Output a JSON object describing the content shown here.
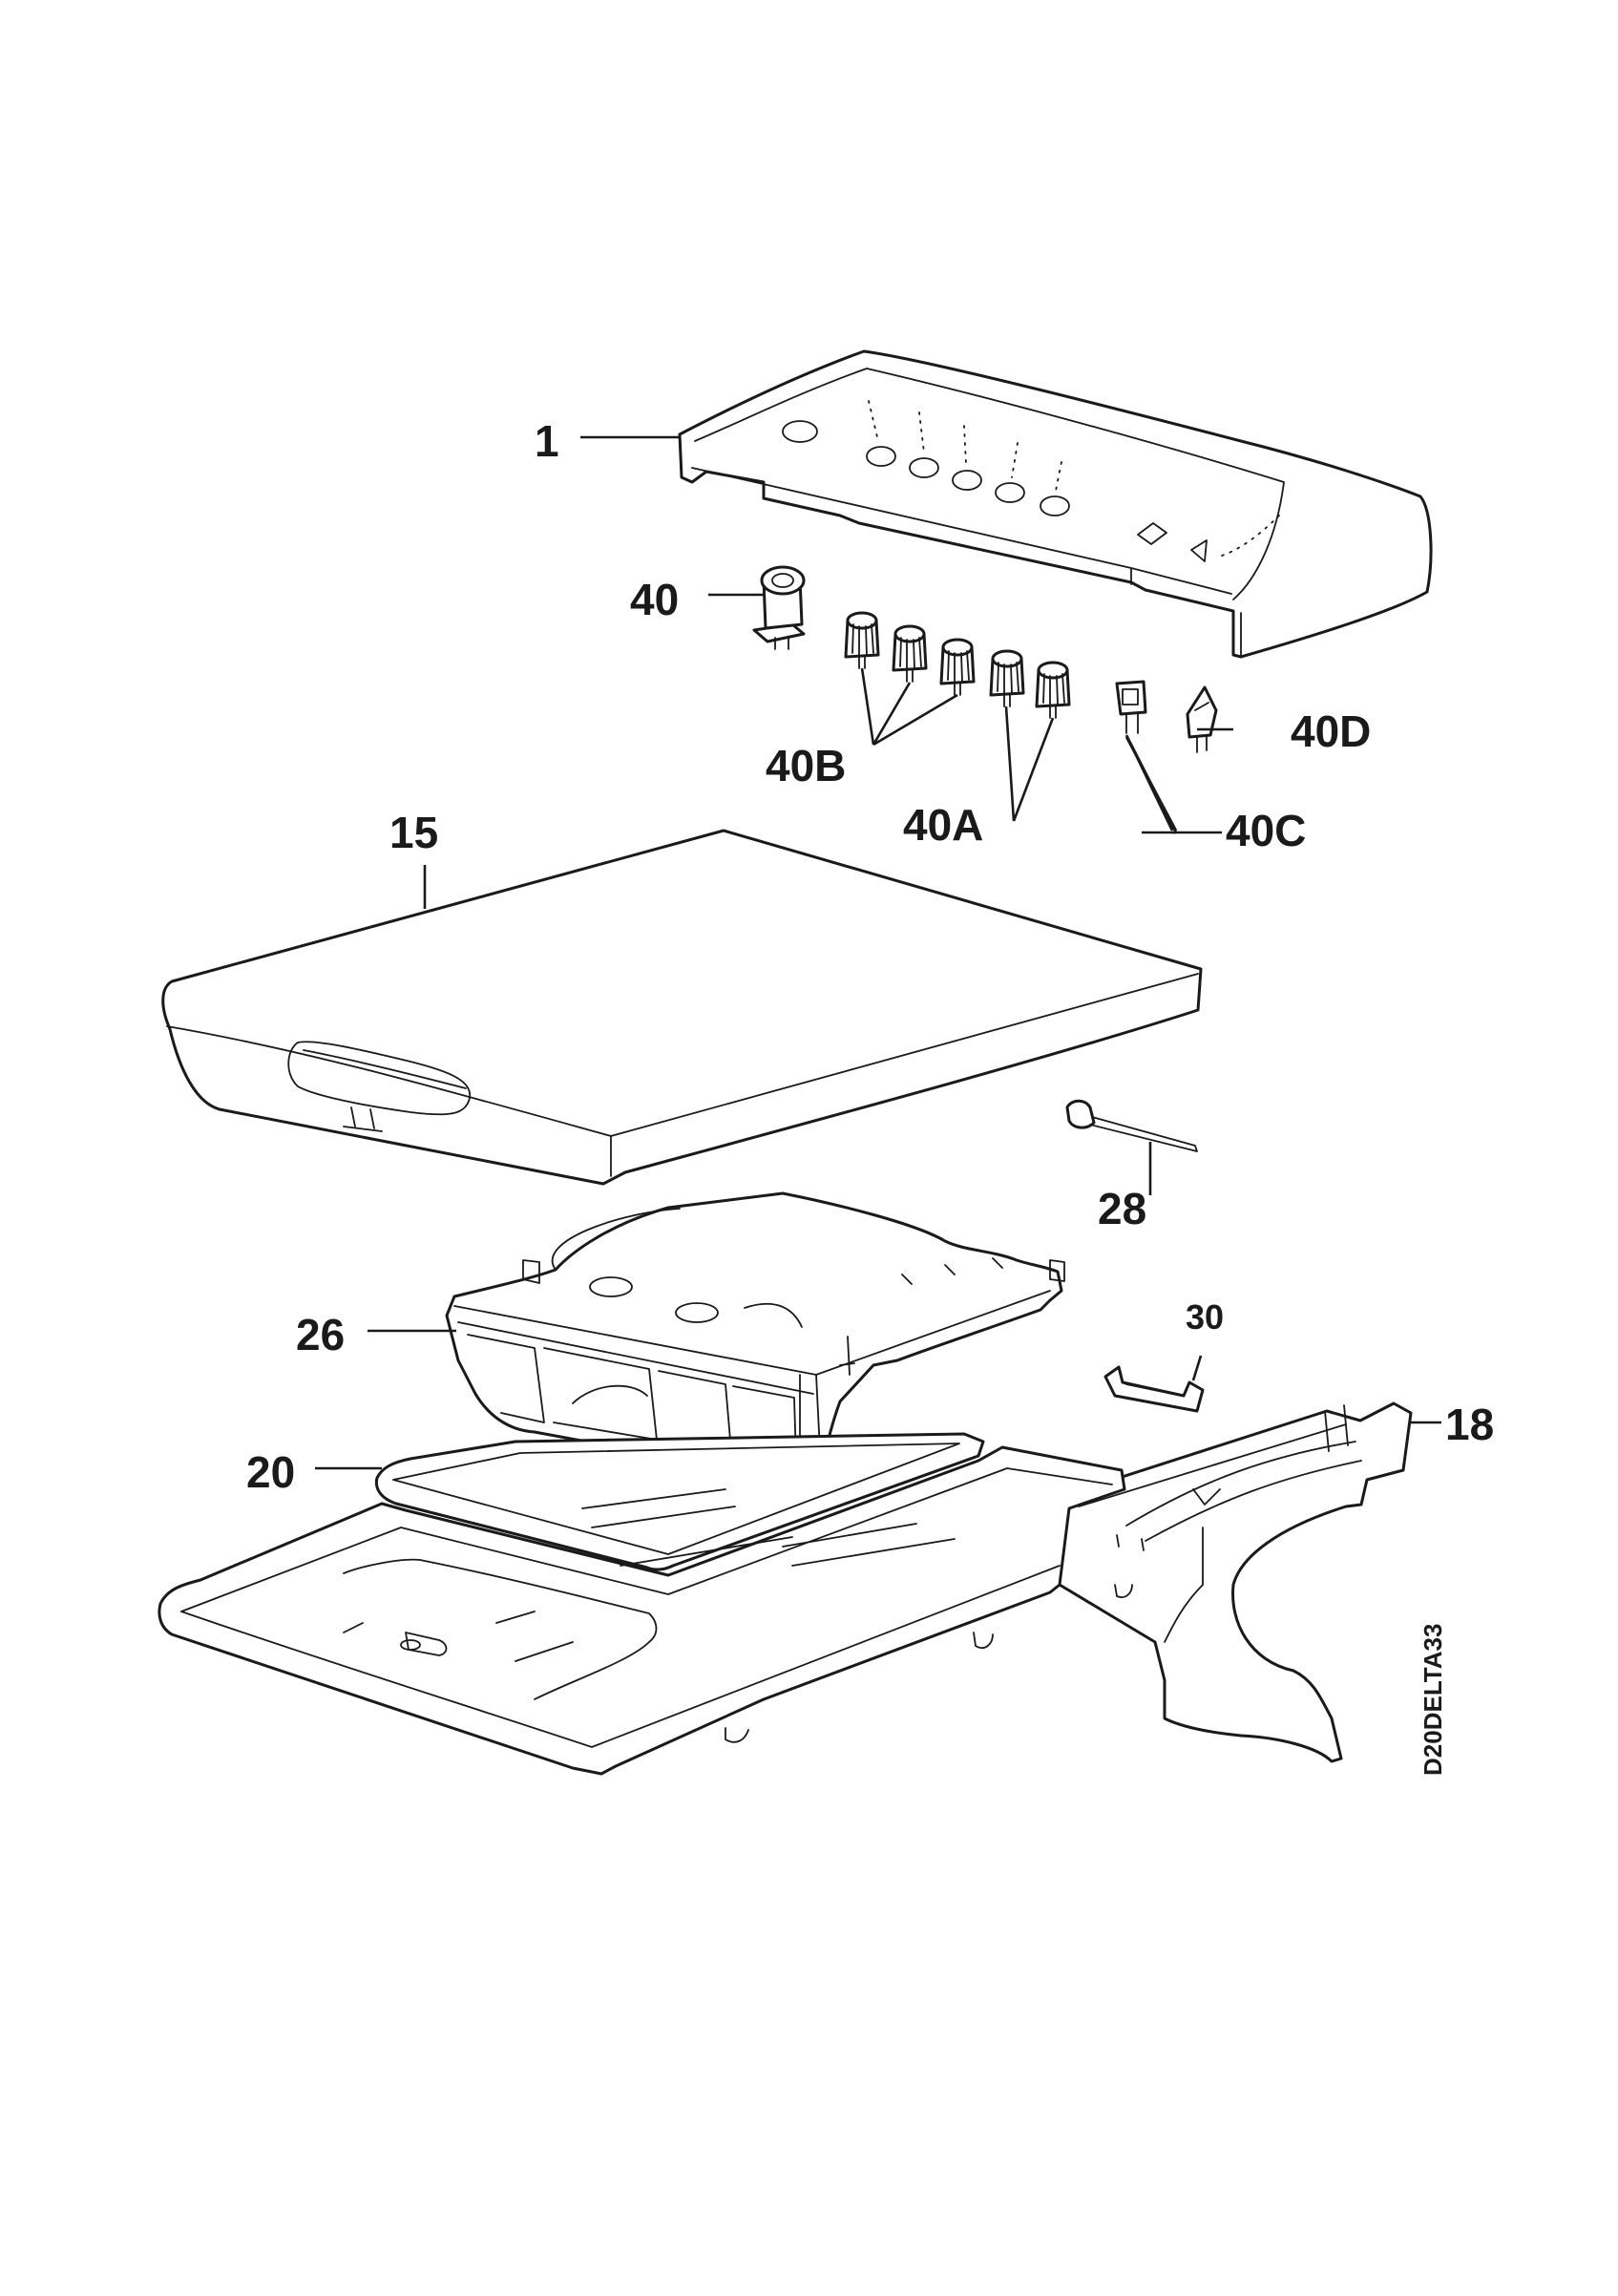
{
  "callouts": {
    "p1": "1",
    "p40": "40",
    "p40B": "40B",
    "p40A": "40A",
    "p40C": "40C",
    "p40D": "40D",
    "p15": "15",
    "p28": "28",
    "p26": "26",
    "p30": "30",
    "p18": "18",
    "p20": "20"
  },
  "drawing_code": "D20DELTA33",
  "colors": {
    "ink": "#1a1a1a",
    "paper": "#ffffff"
  }
}
